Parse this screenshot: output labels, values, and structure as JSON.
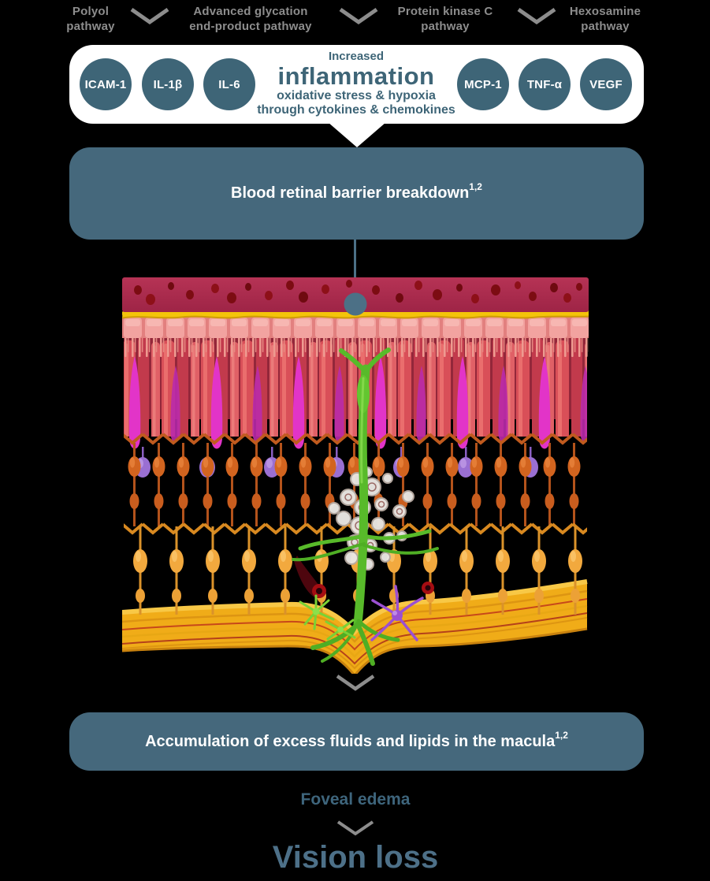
{
  "colors": {
    "background": "#000000",
    "muted_gray": "#8d8d8d",
    "teal_accent": "#3e6577",
    "box_slate": "#45687c",
    "vision_loss_blue": "#4d7088"
  },
  "pathways": [
    {
      "label": "Polyol\npathway"
    },
    {
      "label": "Advanced glycation\nend-product pathway"
    },
    {
      "label": "Protein kinase C\npathway"
    },
    {
      "label": "Hexosamine\npathway"
    }
  ],
  "inflammation": {
    "left": [
      "ICAM-1",
      "IL-1β",
      "IL-6"
    ],
    "right": [
      "MCP-1",
      "TNF-α",
      "VEGF"
    ],
    "heading_small": "Increased",
    "heading_large": "inflammation",
    "subline1": "oxidative stress & hypoxia",
    "subline2": "through cytokines & chemokines"
  },
  "flow": {
    "brb": {
      "text": "Blood retinal barrier breakdown",
      "sup": "1,2"
    },
    "accumulation": {
      "text": "Accumulation of excess fluids and lipids in the macula",
      "sup": "1,2"
    },
    "foveal_edema": "Foveal edema",
    "vision_loss": "Vision loss"
  }
}
